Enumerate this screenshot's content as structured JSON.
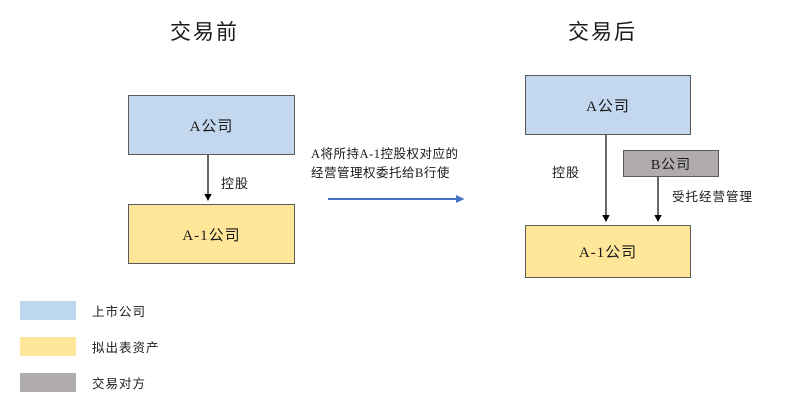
{
  "diagram": {
    "panels": [
      {
        "id": "before",
        "title": "交易前",
        "nodes": [
          {
            "id": "a-left",
            "label": "A公司",
            "type": "listed-company",
            "color": "#c3d7ee"
          },
          {
            "id": "a1-left",
            "label": "A-1公司",
            "type": "divest-asset",
            "color": "#ffe699"
          }
        ],
        "edges": [
          {
            "from": "a-left",
            "to": "a1-left",
            "label": "控股"
          }
        ]
      },
      {
        "id": "after",
        "title": "交易后",
        "nodes": [
          {
            "id": "a-right",
            "label": "A公司",
            "type": "listed-company",
            "color": "#c3d7ee"
          },
          {
            "id": "b-right",
            "label": "B公司",
            "type": "counterparty",
            "color": "#b0acac"
          },
          {
            "id": "a1-right",
            "label": "A-1公司",
            "type": "divest-asset",
            "color": "#ffe699"
          }
        ],
        "edges": [
          {
            "from": "a-right",
            "to": "a1-right",
            "label": "控股"
          },
          {
            "from": "b-right",
            "to": "a1-right",
            "label": "受托经营管理"
          }
        ]
      }
    ],
    "transition": {
      "note_line1": "A将所持A-1控股权对应的",
      "note_line2": "经营管理权委托给B行使",
      "arrow_color": "#4472c4"
    },
    "legend": [
      {
        "label": "上市公司",
        "color": "#bdd7ee"
      },
      {
        "label": "拟出表资产",
        "color": "#ffe699"
      },
      {
        "label": "交易对方",
        "color": "#b0acac"
      }
    ]
  }
}
